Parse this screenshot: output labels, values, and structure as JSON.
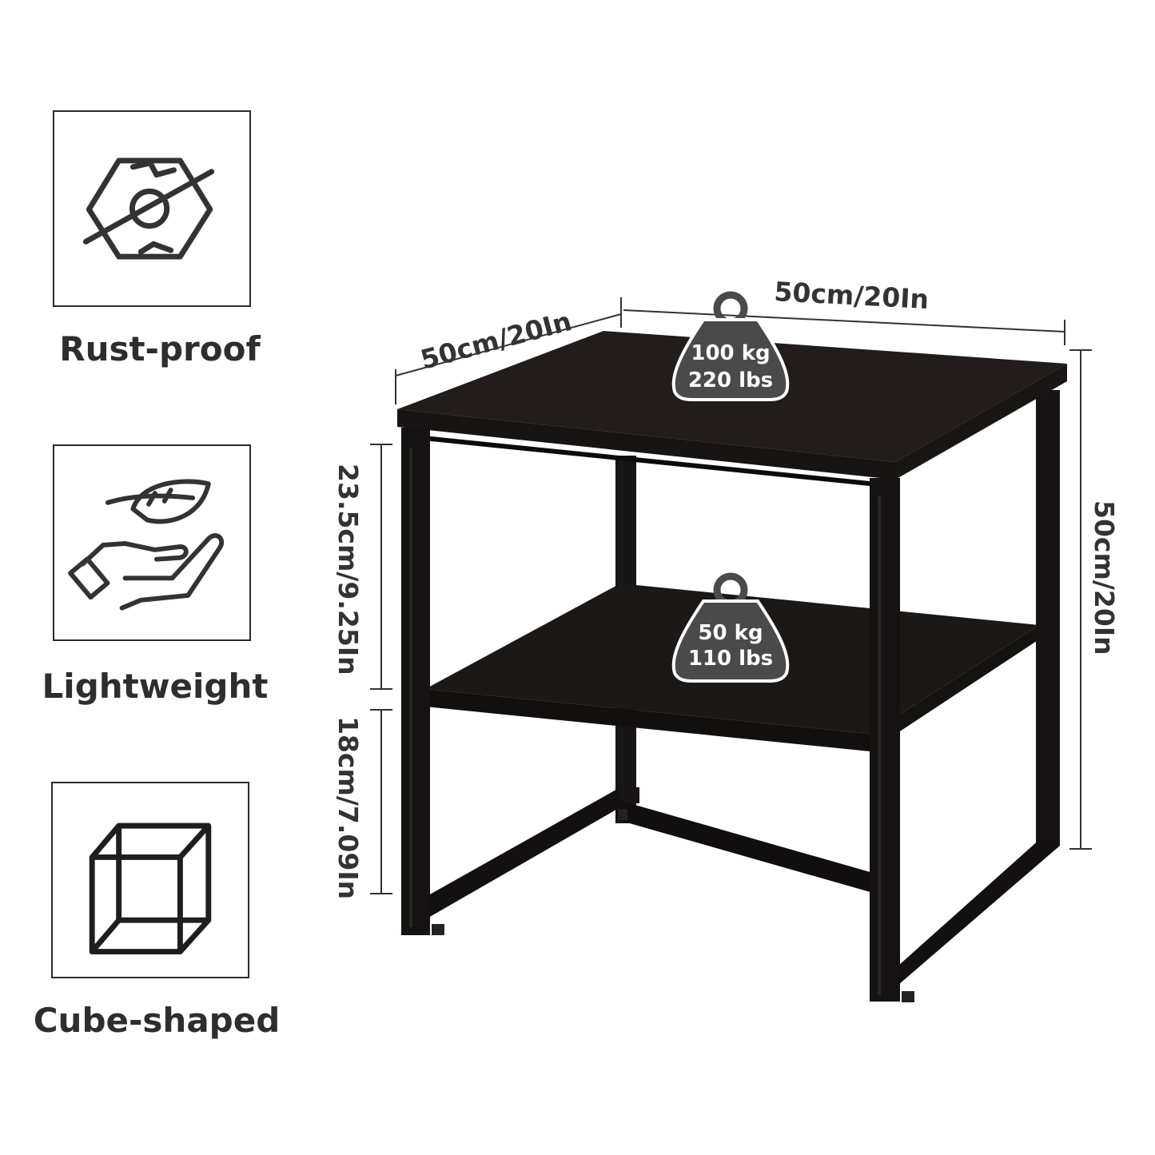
{
  "features": [
    {
      "label": "Rust-proof",
      "icon": "rust-proof-hexagon-icon"
    },
    {
      "label": "Lightweight",
      "icon": "leaf-hand-icon"
    },
    {
      "label": "Cube-shaped",
      "icon": "cube-icon"
    }
  ],
  "dimensions": {
    "depth": "50cm/20In",
    "width": "50cm/20In",
    "height": "50cm/20In",
    "upper_clearance": "23.5cm/9.25In",
    "lower_clearance": "18cm/7.09In"
  },
  "load": {
    "top": {
      "kg": "100 kg",
      "lbs": "220 lbs"
    },
    "shelf": {
      "kg": "50 kg",
      "lbs": "110 lbs"
    }
  },
  "colors": {
    "table": "#1e1a1a",
    "frame": "#141212",
    "text": "#333333",
    "weight_badge": "#4a4a4a"
  }
}
